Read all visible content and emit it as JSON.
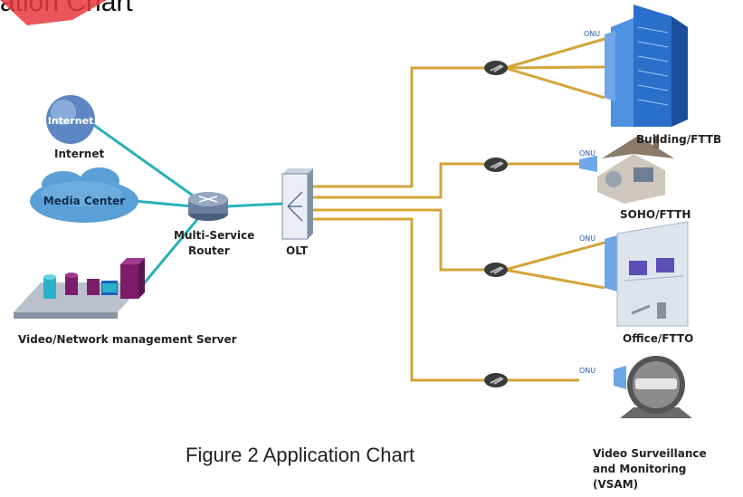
{
  "heading": "ation Chart",
  "caption": "Figure 2 Application Chart",
  "nodes": {
    "internet_cloud_text": "Internet",
    "internet": "Internet",
    "media_center": "Media Center",
    "router": [
      "Multi-Service",
      "Router"
    ],
    "server": "Video/Network management Server",
    "olt": "OLT",
    "building": "Building/FTTB",
    "soho": "SOHO/FTTH",
    "office": "Office/FTTO",
    "vsam": [
      "Video Surveillance",
      "and Monitoring",
      "(VSAM)"
    ]
  },
  "onu_label": "ONU",
  "colors": {
    "uplink": "#2ab1b6",
    "fiber": "#d4a43a",
    "accent": "#e8383d",
    "building": "#2a6fc9",
    "cloud": "#5a9fd6"
  }
}
